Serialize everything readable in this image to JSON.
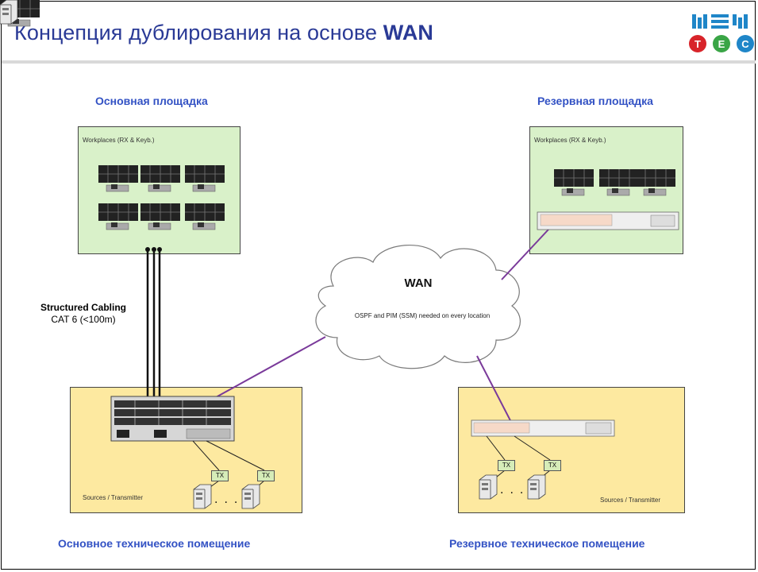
{
  "header": {
    "title_prefix": "Концепция дублирования на основе",
    "title_bold": "WAN",
    "logo_letters": [
      "T",
      "E",
      "C"
    ]
  },
  "sites": {
    "primary_site": "Основная площадка",
    "backup_site": "Резервная площадка",
    "primary_tech_room": "Основное техническое помещение",
    "backup_tech_room": "Резервное техническое помещение"
  },
  "zones": {
    "primary_workplaces": "Workplaces (RX & Keyb.)",
    "backup_workplaces": "Workplaces (RX & Keyb.)",
    "primary_sources": "Sources / Transmitter",
    "backup_sources": "Sources / Transmitter"
  },
  "wan": {
    "title": "WAN",
    "note": "OSPF and PIM (SSM) needed on every location"
  },
  "cabling": {
    "title": "Structured Cabling",
    "spec": "CAT 6  (<100m)"
  },
  "tx_label": "TX",
  "ellipsis": "...",
  "colors": {
    "title": "#2a3a96",
    "site_label": "#3352c4",
    "workplace_zone": "#d9f1c9",
    "source_zone": "#fde9a0",
    "wan_link": "#7a3a9a",
    "logo_red": "#d8242a",
    "logo_green": "#3aa546",
    "logo_blue": "#1f86c8"
  }
}
